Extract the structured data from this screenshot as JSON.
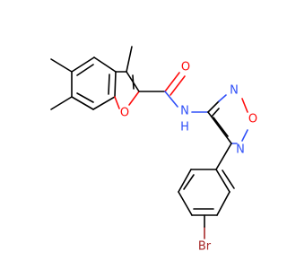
{
  "molecule": {
    "atoms": {
      "carbonyl_o": {
        "symbol": "O",
        "color": "#ff0d0d"
      },
      "furan_o": {
        "symbol": "O",
        "color": "#ff0d0d"
      },
      "amide_n": {
        "symbol": "N",
        "color": "#3050f8"
      },
      "amide_h": {
        "symbol": "H",
        "color": "#3050f8"
      },
      "oxadiazole_n_top": {
        "symbol": "N",
        "color": "#3050f8"
      },
      "oxadiazole_o": {
        "symbol": "O",
        "color": "#ff0d0d"
      },
      "oxadiazole_n_right": {
        "symbol": "N",
        "color": "#3050f8"
      },
      "bromine": {
        "symbol": "Br",
        "color": "#a62929"
      }
    },
    "colors": {
      "carbon_bond": "#000000",
      "oxygen": "#ff0d0d",
      "nitrogen": "#3050f8",
      "bromine": "#a62929"
    }
  }
}
